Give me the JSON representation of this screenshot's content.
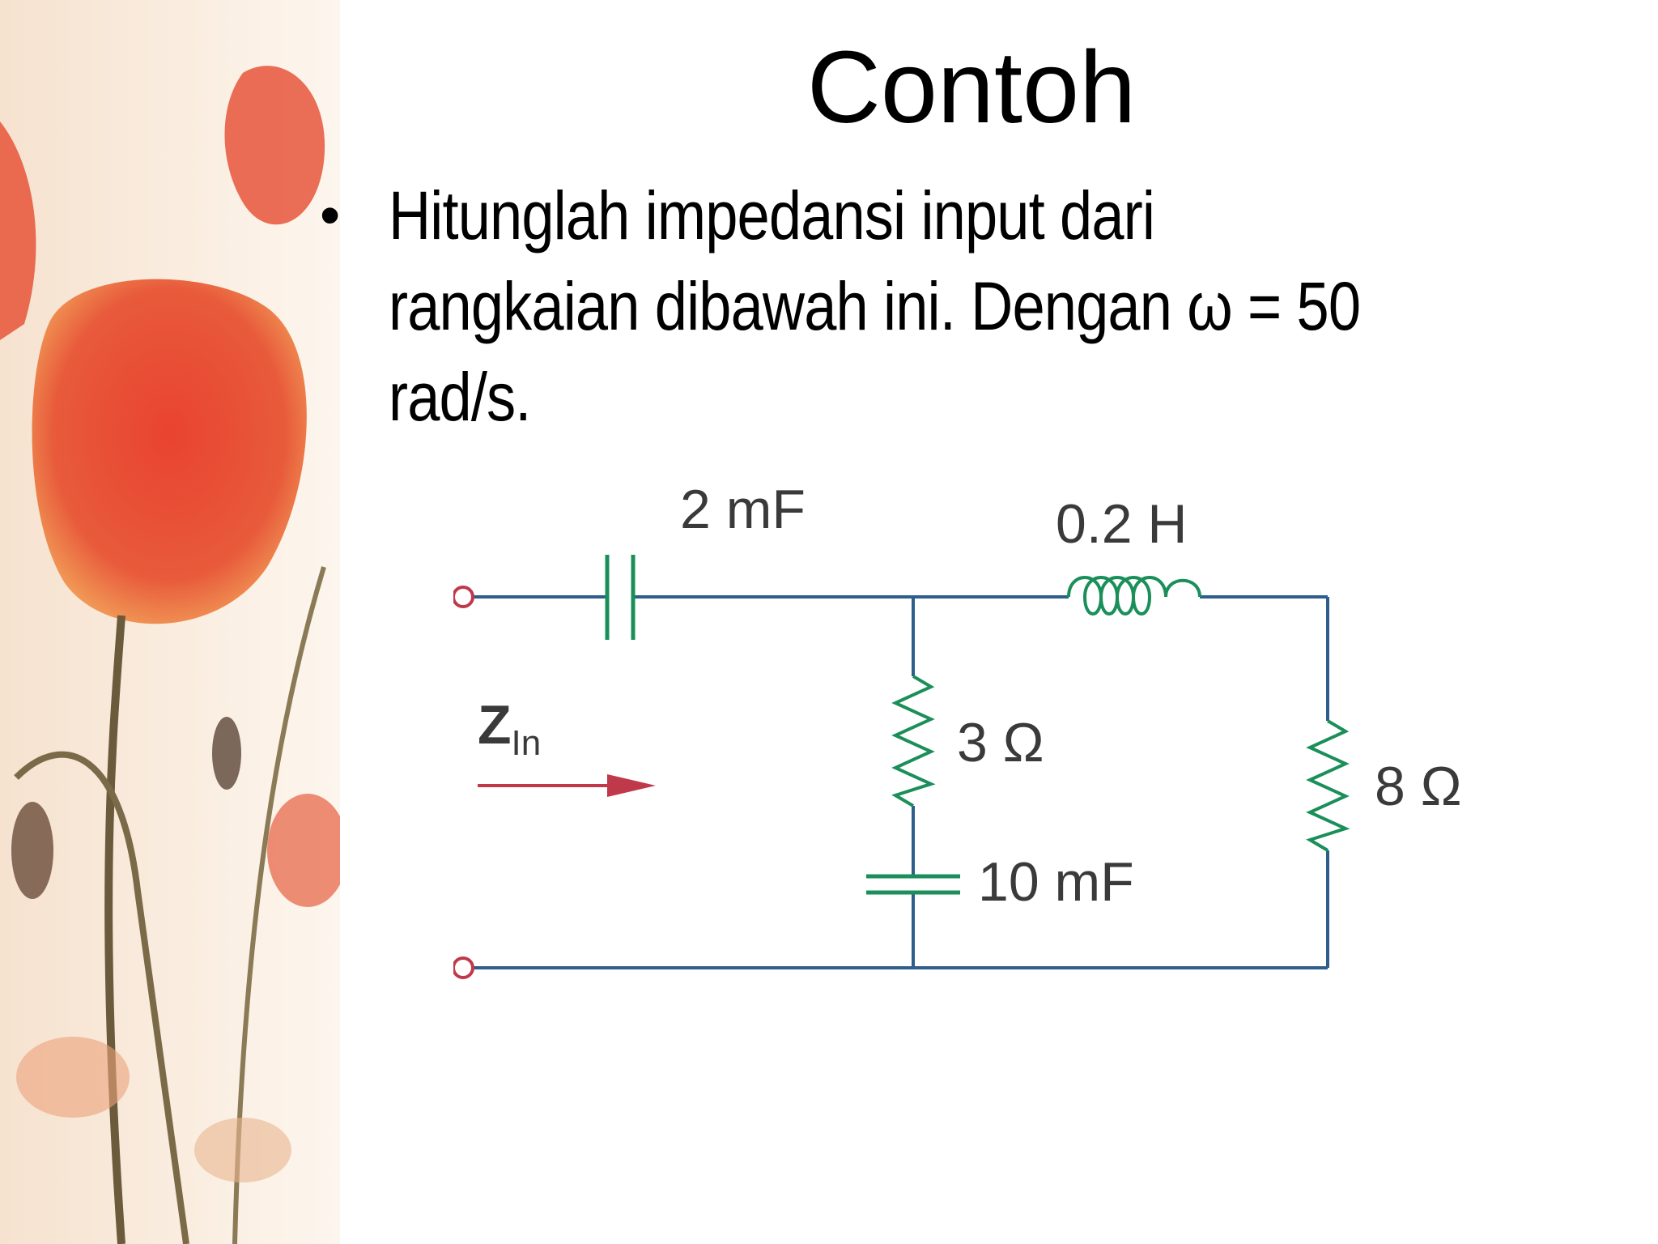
{
  "slide": {
    "title": "Contoh",
    "bullet": "Hitunglah impedansi input dari rangkaian dibawah ini. Dengan ω = 50 rad/s."
  },
  "circuit": {
    "input_label": "Z",
    "input_label_sub": "In",
    "capacitor_series": "2 mF",
    "inductor": "0.2 H",
    "resistor_middle": "3 Ω",
    "capacitor_shunt": "10 mF",
    "resistor_right": "8 Ω"
  },
  "colors": {
    "wire": "#2f5d8c",
    "component": "#1a8f5a",
    "terminal": "#c0394b",
    "arrow": "#c0394b",
    "label": "#3a3a3a"
  }
}
